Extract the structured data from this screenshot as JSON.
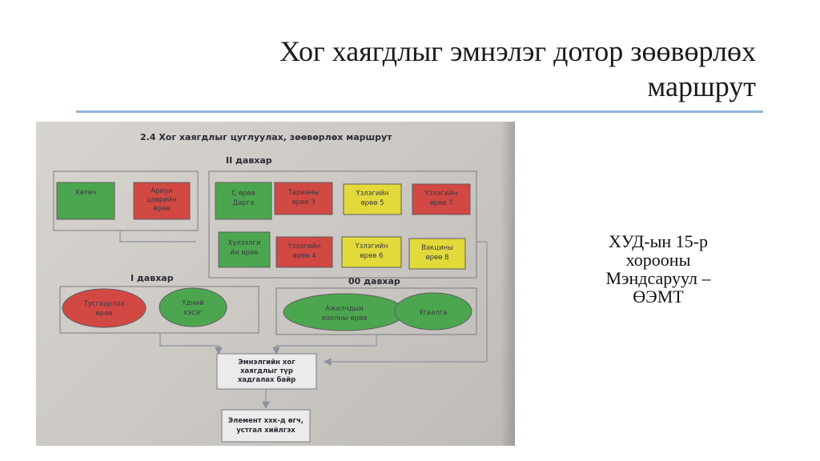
{
  "slide": {
    "title_lines": [
      "Хог хаягдлыг эмнэлэг дотор зөөвөрлөх",
      "маршрут"
    ],
    "author_lines": [
      "ХУД-ын 15-р",
      "хорооны",
      "Мэндсаруул –",
      "ӨЭМТ"
    ]
  },
  "colors": {
    "green": "#4ca64f",
    "red": "#d24843",
    "yellow": "#e2d93a",
    "rule": "#8fb6d9"
  },
  "diagram": {
    "title": "2.4 Хог хаягдлыг цуглуулах, зөөвөрлөх маршрут",
    "floors": {
      "second": "II давхар",
      "first": "I давхар",
      "basement": "00 давхар"
    },
    "rooms": {
      "hetech": "Хөтөч",
      "ariun": [
        "Ариун",
        "цэврийн",
        "өрөө"
      ],
      "dargiin": [
        "С өрөө",
        "Дарга"
      ],
      "tariany": [
        "Тарианы",
        "өрөө 3"
      ],
      "uzleg5": [
        "Үзлэгийн",
        "өрөө 5"
      ],
      "uzleg7": [
        "Үзлэгийн",
        "өрөө 7"
      ],
      "hulээlgiin": [
        "Хүлээлги",
        "йн өрөө"
      ],
      "uzleg4": [
        "Үзлэгийн",
        "өрөө 4"
      ],
      "uzleg6": [
        "Үзлэгийн",
        "өрөө 6"
      ],
      "vaktsin8": [
        "Вакцины",
        "өрөө 8"
      ],
      "tusgaarlah": [
        "Тусгаарлах",
        "өрөө"
      ],
      "udnii": [
        "Үдний",
        "хэсэг"
      ],
      "ajilchdiin": [
        "Ажилчдын",
        "хоолны өрөө"
      ],
      "ugaalga": [
        "Угаалга"
      ]
    },
    "temp_storage": [
      "Эмнэлгийн хог",
      "хаягдлыг түр",
      "хадгалах байр"
    ],
    "disposal": [
      "Элемент ххк-д өгч,",
      "устгал хийлгэх"
    ]
  }
}
